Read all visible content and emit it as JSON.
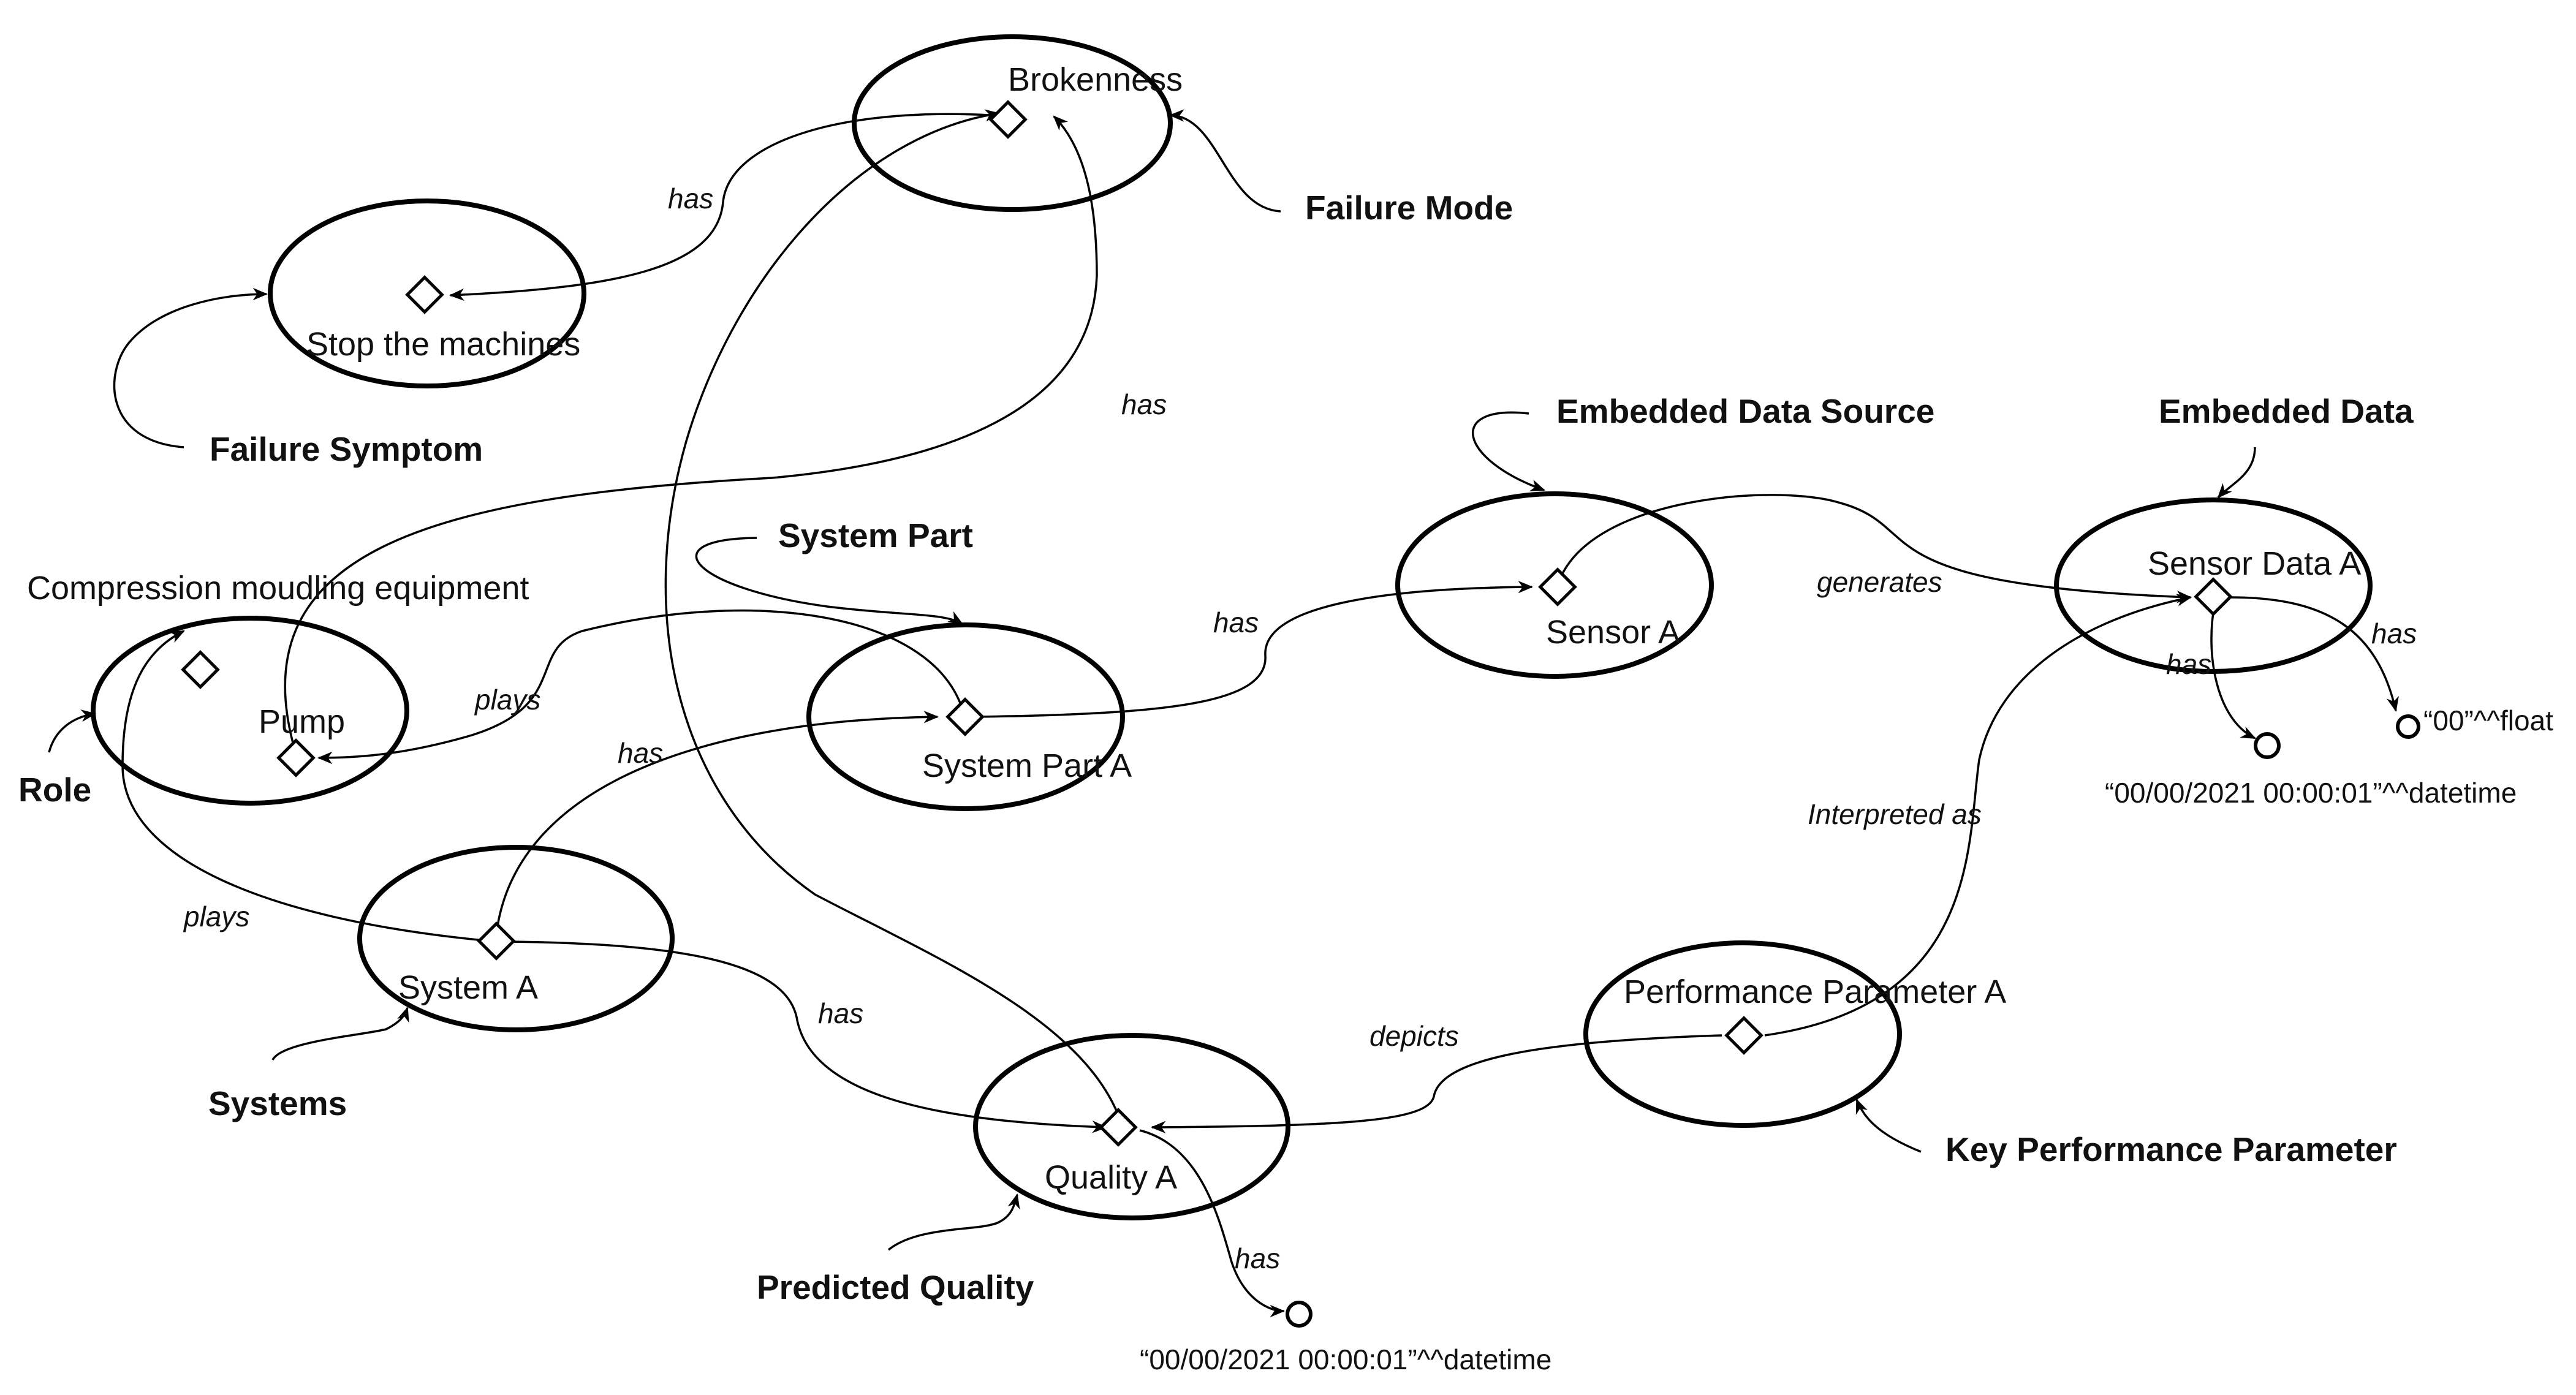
{
  "nodes": {
    "brokenness": "Brokenness",
    "stop_machines": "Stop the machines",
    "compression_equipment": "Compression moudling equipment",
    "pump": "Pump",
    "system_part_a": "System Part A",
    "sensor_a": "Sensor A",
    "sensor_data_a": "Sensor Data A",
    "system_a": "System A",
    "quality_a": "Quality A",
    "performance_parameter_a": "Performance Parameter A"
  },
  "classes": {
    "failure_mode": "Failure Mode",
    "failure_symptom": "Failure Symptom",
    "embedded_data_source": "Embedded Data Source",
    "embedded_data": "Embedded Data",
    "system_part": "System Part",
    "role": "Role",
    "systems": "Systems",
    "key_performance_parameter": "Key Performance Parameter",
    "predicted_quality": "Predicted Quality"
  },
  "edges": {
    "brokenness_stop_has": "has",
    "pump_brokenness_has": "has",
    "systempart_pump_plays": "plays",
    "systempart_sensor_has": "has",
    "systema_systempart_has": "has",
    "systema_role_plays": "plays",
    "systema_quality_has": "has",
    "sensor_data_generates": "generates",
    "sensordata_float_has": "has",
    "sensordata_datetime_has": "has",
    "kpi_sensordata_interpreted": "Interpreted as",
    "kpi_quality_depicts": "depicts",
    "quality_datetime_has": "has"
  },
  "literals": {
    "float_value": "“00”^^float",
    "sensor_datetime": "“00/00/2021 00:00:01”^^datetime",
    "quality_datetime": "“00/00/2021 00:00:01”^^datetime"
  }
}
